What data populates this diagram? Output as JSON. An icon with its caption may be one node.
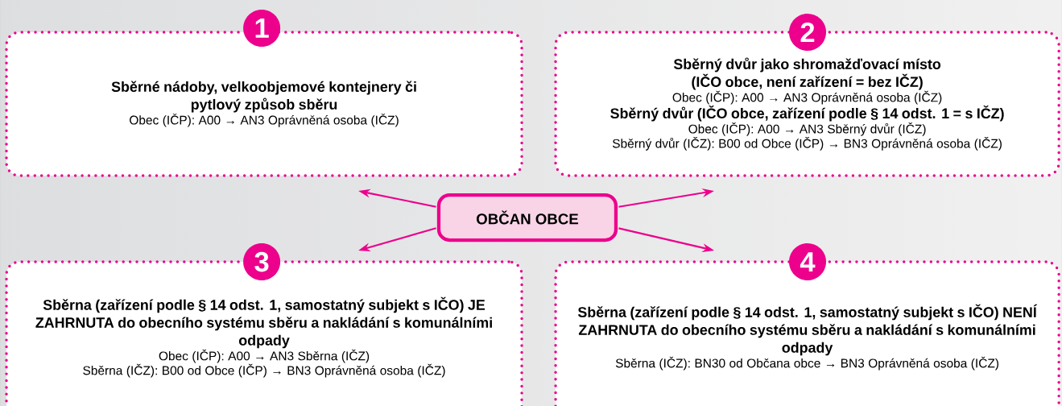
{
  "diagram": {
    "nodes": [
      {
        "text": [
          "1",
          "Sběrné nádoby, velkoobjemové kontejnery či pytlový způsob sběru",
          "Obec (IČP): A00 → AN3 Oprávněná osoba (IČZ)"
        ]
      },
      {
        "text": [
          "2",
          "Sběrný dvůr jako shromažďovací místo (IČO obce, není zařízení = bez IČZ)",
          "Obec (IČP): A00 → AN3 Oprávněná osoba (IČZ)",
          "Sběrný dvůr (IČO obce, zařízení podle § 14 odst. 1 = s IČZ)",
          "Obec (IČP): A00 → AN3 Sběrný dvůr (IČZ)",
          "Sběrný dvůr (IČZ): B00 od Obce (IČP) → BN3 Oprávněná osoba (IČZ)"
        ]
      },
      {
        "text": [
          "OBČAN OBCE"
        ]
      },
      {
        "text": [
          "3",
          "Sběrna (zařízení podle § 14 odst. 1, samostatný subjekt s IČO) JE ZAHRNUTA do obecního systému sběru a nakládání s komunálními odpady",
          "Obec (IČP): A00 → AN3 Sběrna (IČZ)",
          "Sběrna (IČZ): B00 od Obce (IČP) → BN3 Oprávněná osoba (IČZ)"
        ]
      },
      {
        "text": [
          "4",
          "Sběrna (zařízení podle § 14 odst. 1, samostatný subjekt s IČO) NENÍ ZAHRNUTA do obecního systému sběru a nakládání s komunálními odpady",
          "Sběrna (IČZ): BN30 od Občana obce → BN3 Oprávněná osoba (IČZ)"
        ]
      }
    ],
    "edges": [
      {
        "from": 2,
        "to": 0,
        "arrow": "to"
      },
      {
        "from": 2,
        "to": 1,
        "arrow": "to"
      },
      {
        "from": 2,
        "to": 3,
        "arrow": "to"
      },
      {
        "from": 2,
        "to": 4,
        "arrow": "to"
      }
    ]
  }
}
